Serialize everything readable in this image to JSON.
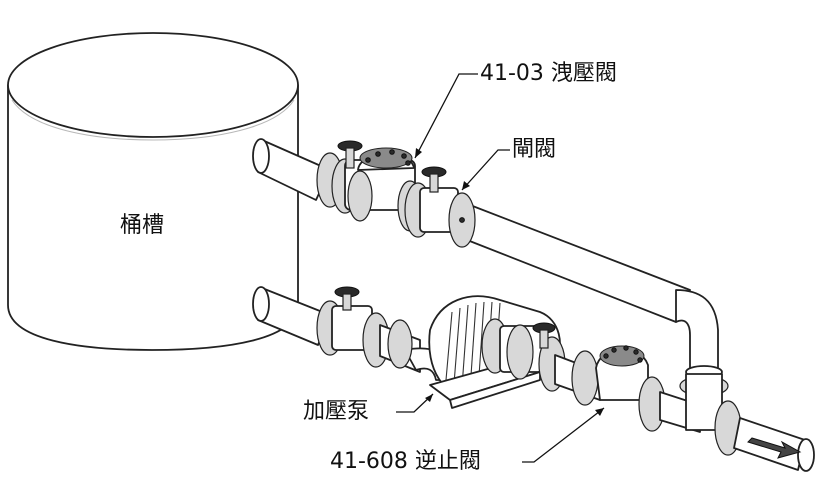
{
  "labels": {
    "tank": "桶槽",
    "relief_valve": "41-03 洩壓閥",
    "gate_valve": "閘閥",
    "booster_pump": "加壓泵",
    "check_valve": "41-608 逆止閥"
  }
}
